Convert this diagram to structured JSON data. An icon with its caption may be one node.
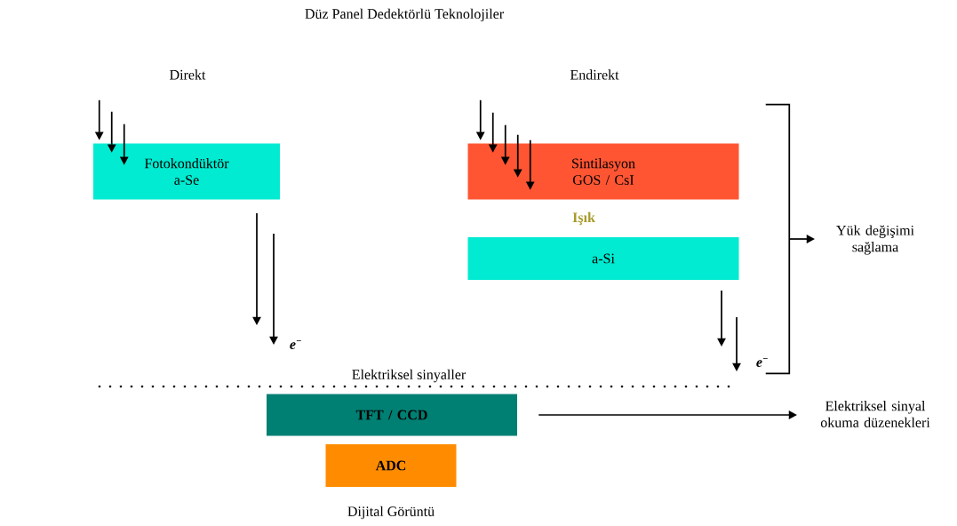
{
  "diagram": {
    "title": "Düz Panel Dedektörlü Teknolojiler",
    "nodes": [
      {
        "text": [
          "Fotokondüktör",
          "a-Se"
        ]
      },
      {
        "text": [
          "Sintilasyon",
          "GOS / CsI"
        ]
      },
      {
        "text": [
          "a-Si"
        ]
      },
      {
        "text": [
          "TFT / CCD"
        ]
      },
      {
        "text": [
          "ADC"
        ]
      },
      {
        "text": [
          "Yük değişimi sağlama"
        ]
      },
      {
        "text": [
          "Elektriksel sinyal okuma düzenekleri"
        ]
      },
      {
        "text": [],
        "shape": "bracket"
      }
    ],
    "edges": [
      {
        "from": null,
        "to": 0,
        "arrow": "to"
      },
      {
        "from": null,
        "to": 0,
        "arrow": "to"
      },
      {
        "from": null,
        "to": 0,
        "arrow": "to"
      },
      {
        "from": null,
        "to": 1,
        "arrow": "to"
      },
      {
        "from": null,
        "to": 1,
        "arrow": "to"
      },
      {
        "from": null,
        "to": 1,
        "arrow": "to"
      },
      {
        "from": null,
        "to": 1,
        "arrow": "to"
      },
      {
        "from": null,
        "to": 1,
        "arrow": "to"
      },
      {
        "from": 7,
        "to": 5,
        "arrow": "to"
      },
      {
        "from": 3,
        "to": 6,
        "arrow": "to"
      }
    ],
    "labels": [
      "Direkt",
      "Endirekt",
      "Işık",
      "e$^{−}$",
      "e$^{−}$",
      "Elektriksel sinyaller",
      "Dijital Görüntü"
    ]
  }
}
